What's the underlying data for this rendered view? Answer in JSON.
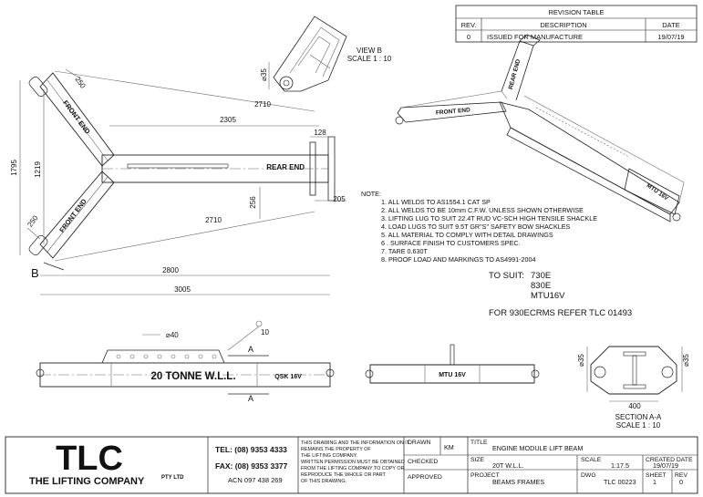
{
  "revision_table": {
    "title": "REVISION TABLE",
    "headers": {
      "rev": "REV.",
      "description": "DESCRIPTION",
      "date": "DATE"
    },
    "rows": [
      {
        "rev": "0",
        "description": "ISSUED FOR MANUFACTURE",
        "date": "19/07/19"
      }
    ]
  },
  "view_b": {
    "title": "VIEW B",
    "scale": "SCALE 1 : 10",
    "dim": "⌀35"
  },
  "plan_view": {
    "labels": {
      "front_end_top": "FRONT END",
      "front_end_bottom": "FRONT END",
      "rear_end": "REAR END",
      "section_marker": "B"
    },
    "dims": {
      "d250_top": "250",
      "d250_bottom": "250",
      "d2710_top": "2710",
      "d2710_bottom": "2710",
      "d2305": "2305",
      "d128": "128",
      "d205": "205",
      "d256": "256",
      "d1795": "1795",
      "d1219": "1219",
      "d2800": "2800",
      "d3005": "3005"
    }
  },
  "iso_view": {
    "front_end": "FRONT END",
    "rear_end": "REAR END",
    "mtu": "MTU 16V"
  },
  "notes": {
    "heading": "NOTE:",
    "items": [
      "1. ALL WELDS TO AS1554.1 CAT SP",
      "2. ALL WELDS TO BE 10mm C.F.W. UNLESS SHOWN OTHERWISE",
      "3. LIFTING LUG TO SUIT 22.4T RUD VC-SCH HIGH TENSILE SHACKLE",
      "4.   LOAD LUGS TO SUIT 9.5T GR\"S\" SAFETY BOW SHACKLES",
      "5. ALL MATERIAL TO COMPLY WITH DETAIL DRAWINGS",
      "6 . SURFACE FINISH TO CUSTOMERS SPEC.",
      "7. TARE 0.630T",
      "8. PROOF LOAD AND MARKINGS TO AS4991-2004"
    ]
  },
  "suit": {
    "label": "TO SUIT:",
    "models": [
      "730E",
      "830E",
      "MTU16V"
    ],
    "reference": "FOR 930ECRMS REFER TLC 01493"
  },
  "side_view": {
    "beam_text": "20 TONNE W.L.L.",
    "qsk": "QSK 16V",
    "dim_d40": "⌀40",
    "dim_10": "10",
    "section_a_top": "A",
    "section_a_bottom": "A"
  },
  "end_view": {
    "mtu": "MTU 16V"
  },
  "section_aa": {
    "title": "SECTION A-A",
    "scale": "SCALE 1 : 10",
    "d35_left": "⌀35",
    "d35_right": "⌀35",
    "d400": "400"
  },
  "title_block": {
    "logo": "TLC",
    "company": "THE LIFTING COMPANY",
    "pty": "PTY LTD",
    "tel": "TEL: (08) 9353 4333",
    "fax": "FAX: (08) 9353 3377",
    "acn": "ACN 097 438 269",
    "disclaimer": [
      "THIS DRAWING AND THE INFORMATION ON IT",
      "REMAINS THE PROPERTY OF",
      "THE LIFTING COMPANY.",
      "WRITTEN PERMISSION MUST BE OBTAINED",
      "FROM THE LIFTING COMPANY TO COPY OR",
      "REPRODUCE THE WHOLE OR PART",
      "OF THIS DRAWING."
    ],
    "drawn_label": "DRAWN",
    "drawn_value": "KM",
    "checked_label": "CHECKED",
    "approved_label": "APPROVED",
    "title_label": "TITLE",
    "title_value": "ENGINE MODULE LIFT BEAM",
    "size_label": "SIZE",
    "size_value": "20T W.L.L.",
    "scale_label": "SCALE",
    "scale_value": "1:17.5",
    "created_label": "CREATED DATE",
    "created_value": "19/07/19",
    "project_label": "PROJECT",
    "project_value": "BEAMS FRAMES",
    "dwg_label": "DWG",
    "dwg_value": "TLC 00223",
    "sheet_label": "SHEET",
    "sheet_value": "1",
    "rev_label": "REV",
    "rev_value": "0"
  }
}
